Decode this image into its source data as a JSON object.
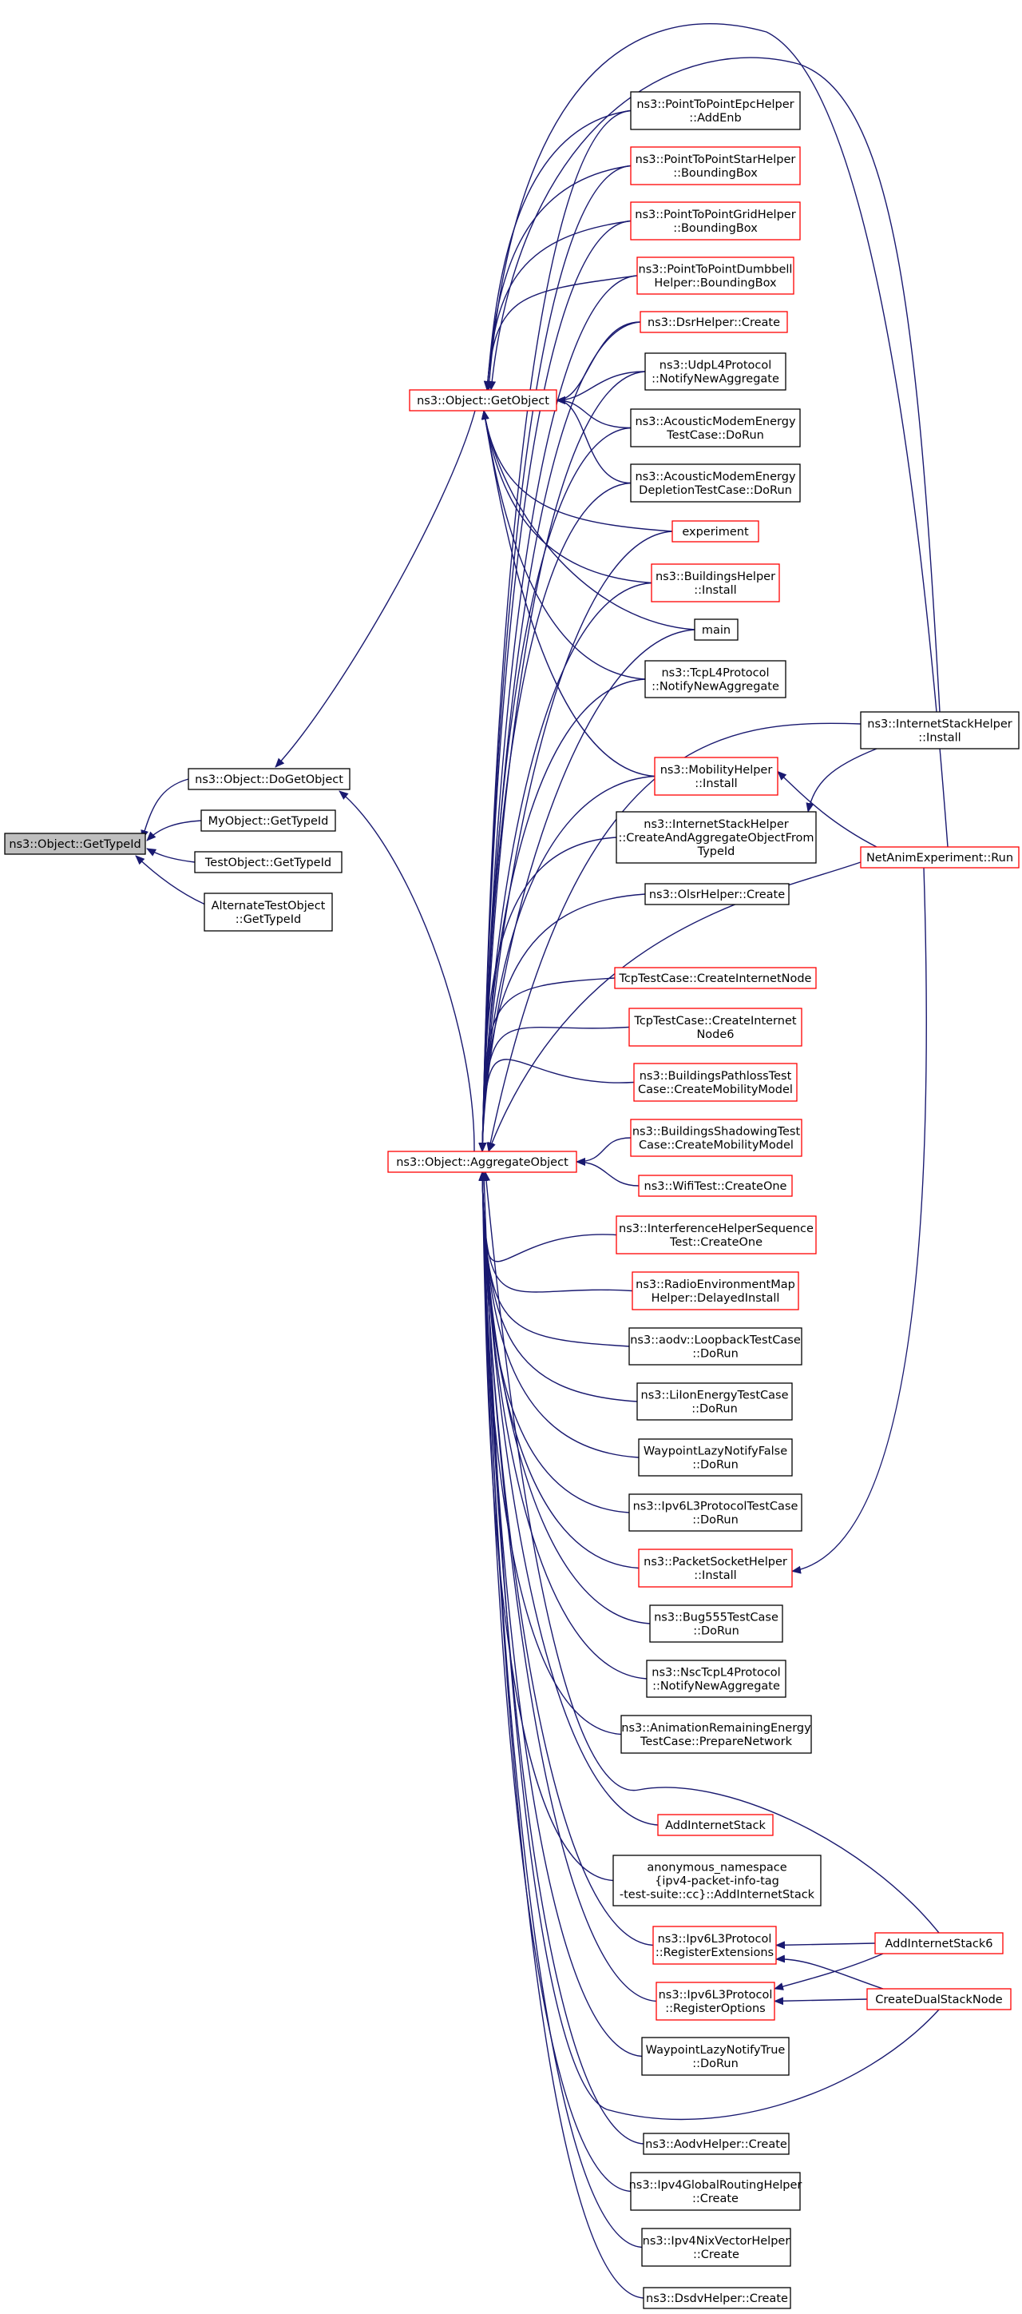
{
  "colors": {
    "edge": "#191970",
    "border_black": "#000000",
    "border_red": "#ff0000",
    "root_fill": "#bfbfbf",
    "node_fill": "#ffffff"
  },
  "nodes": [
    {
      "id": "gettypeid",
      "lines": [
        "ns3::Object::GetTypeId"
      ],
      "border": "black",
      "root": true
    },
    {
      "id": "dogetobject",
      "lines": [
        "ns3::Object::DoGetObject"
      ],
      "border": "black"
    },
    {
      "id": "myobject",
      "lines": [
        "MyObject::GetTypeId"
      ],
      "border": "black"
    },
    {
      "id": "testobject",
      "lines": [
        "TestObject::GetTypeId"
      ],
      "border": "black"
    },
    {
      "id": "alternate",
      "lines": [
        "AlternateTestObject",
        "::GetTypeId"
      ],
      "border": "black"
    },
    {
      "id": "getobject",
      "lines": [
        "ns3::Object::GetObject"
      ],
      "border": "red"
    },
    {
      "id": "aggregate",
      "lines": [
        "ns3::Object::AggregateObject"
      ],
      "border": "red"
    },
    {
      "id": "addenb",
      "lines": [
        "ns3::PointToPointEpcHelper",
        "::AddEnb"
      ],
      "border": "black"
    },
    {
      "id": "starbb",
      "lines": [
        "ns3::PointToPointStarHelper",
        "::BoundingBox"
      ],
      "border": "red"
    },
    {
      "id": "gridbb",
      "lines": [
        "ns3::PointToPointGridHelper",
        "::BoundingBox"
      ],
      "border": "red"
    },
    {
      "id": "dumbbellbb",
      "lines": [
        "ns3::PointToPointDumbbell",
        "Helper::BoundingBox"
      ],
      "border": "red"
    },
    {
      "id": "dsrcreate",
      "lines": [
        "ns3::DsrHelper::Create"
      ],
      "border": "red"
    },
    {
      "id": "udpnotify",
      "lines": [
        "ns3::UdpL4Protocol",
        "::NotifyNewAggregate"
      ],
      "border": "black"
    },
    {
      "id": "acousticrun",
      "lines": [
        "ns3::AcousticModemEnergy",
        "TestCase::DoRun"
      ],
      "border": "black"
    },
    {
      "id": "acousticdep",
      "lines": [
        "ns3::AcousticModemEnergy",
        "DepletionTestCase::DoRun"
      ],
      "border": "black"
    },
    {
      "id": "experiment",
      "lines": [
        "experiment"
      ],
      "border": "red"
    },
    {
      "id": "buildingsinst",
      "lines": [
        "ns3::BuildingsHelper",
        "::Install"
      ],
      "border": "red"
    },
    {
      "id": "main",
      "lines": [
        "main"
      ],
      "border": "black"
    },
    {
      "id": "tcpnotify",
      "lines": [
        "ns3::TcpL4Protocol",
        "::NotifyNewAggregate"
      ],
      "border": "black"
    },
    {
      "id": "mobilityinst",
      "lines": [
        "ns3::MobilityHelper",
        "::Install"
      ],
      "border": "red"
    },
    {
      "id": "createaggregate",
      "lines": [
        "ns3::InternetStackHelper",
        "::CreateAndAggregateObjectFrom",
        "TypeId"
      ],
      "border": "black"
    },
    {
      "id": "olsrcreate",
      "lines": [
        "ns3::OlsrHelper::Create"
      ],
      "border": "black"
    },
    {
      "id": "tcpinet",
      "lines": [
        "TcpTestCase::CreateInternetNode"
      ],
      "border": "red"
    },
    {
      "id": "tcpinet6",
      "lines": [
        "TcpTestCase::CreateInternet",
        "Node6"
      ],
      "border": "red"
    },
    {
      "id": "pathloss",
      "lines": [
        "ns3::BuildingsPathlossTest",
        "Case::CreateMobilityModel"
      ],
      "border": "red"
    },
    {
      "id": "shadowing",
      "lines": [
        "ns3::BuildingsShadowingTest",
        "Case::CreateMobilityModel"
      ],
      "border": "red"
    },
    {
      "id": "wifitest",
      "lines": [
        "ns3::WifiTest::CreateOne"
      ],
      "border": "red"
    },
    {
      "id": "interference",
      "lines": [
        "ns3::InterferenceHelperSequence",
        "Test::CreateOne"
      ],
      "border": "red"
    },
    {
      "id": "remdelayed",
      "lines": [
        "ns3::RadioEnvironmentMap",
        "Helper::DelayedInstall"
      ],
      "border": "red"
    },
    {
      "id": "aodvloop",
      "lines": [
        "ns3::aodv::LoopbackTestCase",
        "::DoRun"
      ],
      "border": "black"
    },
    {
      "id": "liion",
      "lines": [
        "ns3::LiIonEnergyTestCase",
        "::DoRun"
      ],
      "border": "black"
    },
    {
      "id": "waypointfalse",
      "lines": [
        "WaypointLazyNotifyFalse",
        "::DoRun"
      ],
      "border": "black"
    },
    {
      "id": "ipv6l3test",
      "lines": [
        "ns3::Ipv6L3ProtocolTestCase",
        "::DoRun"
      ],
      "border": "black"
    },
    {
      "id": "packetsocket",
      "lines": [
        "ns3::PacketSocketHelper",
        "::Install"
      ],
      "border": "red"
    },
    {
      "id": "bug555",
      "lines": [
        "ns3::Bug555TestCase",
        "::DoRun"
      ],
      "border": "black"
    },
    {
      "id": "nsctcp",
      "lines": [
        "ns3::NscTcpL4Protocol",
        "::NotifyNewAggregate"
      ],
      "border": "black"
    },
    {
      "id": "animremaining",
      "lines": [
        "ns3::AnimationRemainingEnergy",
        "TestCase::PrepareNetwork"
      ],
      "border": "black"
    },
    {
      "id": "addinternetstack",
      "lines": [
        "AddInternetStack"
      ],
      "border": "red"
    },
    {
      "id": "anonaddstack",
      "lines": [
        "anonymous_namespace",
        "{ipv4-packet-info-tag",
        "-test-suite::cc}::AddInternetStack"
      ],
      "border": "black"
    },
    {
      "id": "regext",
      "lines": [
        "ns3::Ipv6L3Protocol",
        "::RegisterExtensions"
      ],
      "border": "red"
    },
    {
      "id": "regopt",
      "lines": [
        "ns3::Ipv6L3Protocol",
        "::RegisterOptions"
      ],
      "border": "red"
    },
    {
      "id": "waypointtrue",
      "lines": [
        "WaypointLazyNotifyTrue",
        "::DoRun"
      ],
      "border": "black"
    },
    {
      "id": "aodvcreate",
      "lines": [
        "ns3::AodvHelper::Create"
      ],
      "border": "black"
    },
    {
      "id": "ipv4global",
      "lines": [
        "ns3::Ipv4GlobalRoutingHelper",
        "::Create"
      ],
      "border": "black"
    },
    {
      "id": "nixvector",
      "lines": [
        "ns3::Ipv4NixVectorHelper",
        "::Create"
      ],
      "border": "black"
    },
    {
      "id": "dsdvcreate",
      "lines": [
        "ns3::DsdvHelper::Create"
      ],
      "border": "black"
    },
    {
      "id": "internetinstall",
      "lines": [
        "ns3::InternetStackHelper",
        "::Install"
      ],
      "border": "black"
    },
    {
      "id": "netanimrun",
      "lines": [
        "NetAnimExperiment::Run"
      ],
      "border": "red"
    },
    {
      "id": "addinternetstack6",
      "lines": [
        "AddInternetStack6"
      ],
      "border": "red"
    },
    {
      "id": "createdualstack",
      "lines": [
        "CreateDualStackNode"
      ],
      "border": "red"
    }
  ]
}
